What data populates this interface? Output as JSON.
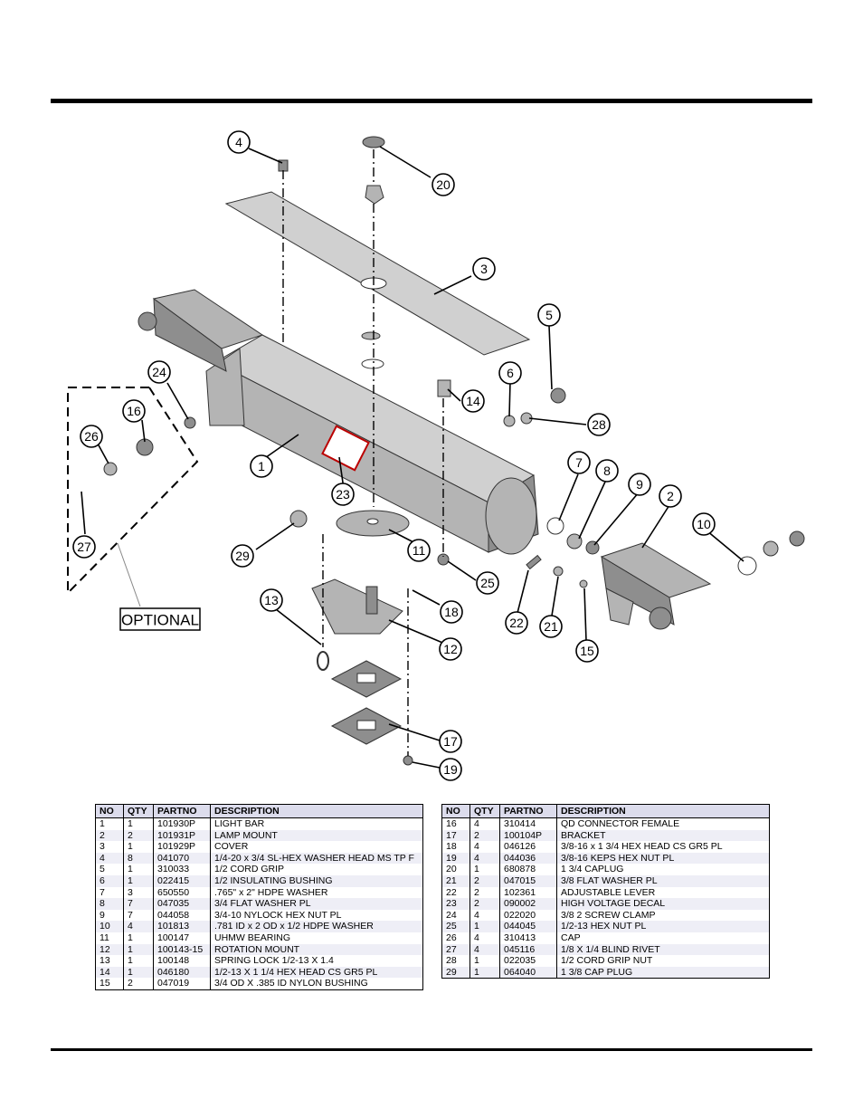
{
  "diagram": {
    "optional_label": "OPTIONAL",
    "callouts": [
      "1",
      "2",
      "3",
      "4",
      "5",
      "6",
      "7",
      "8",
      "9",
      "10",
      "11",
      "12",
      "13",
      "14",
      "15",
      "16",
      "17",
      "18",
      "19",
      "20",
      "21",
      "22",
      "23",
      "24",
      "25",
      "26",
      "27",
      "28",
      "29"
    ]
  },
  "table_headers": [
    "NO",
    "QTY",
    "PARTNO",
    "DESCRIPTION"
  ],
  "parts_left": [
    {
      "no": "1",
      "qty": "1",
      "partno": "101930P",
      "desc": "LIGHT BAR"
    },
    {
      "no": "2",
      "qty": "2",
      "partno": "101931P",
      "desc": "LAMP MOUNT"
    },
    {
      "no": "3",
      "qty": "1",
      "partno": "101929P",
      "desc": "COVER"
    },
    {
      "no": "4",
      "qty": "8",
      "partno": "041070",
      "desc": "1/4-20 x 3/4 SL-HEX WASHER HEAD MS TP F"
    },
    {
      "no": "5",
      "qty": "1",
      "partno": "310033",
      "desc": "1/2 CORD GRIP"
    },
    {
      "no": "6",
      "qty": "1",
      "partno": "022415",
      "desc": "1/2 INSULATING BUSHING"
    },
    {
      "no": "7",
      "qty": "3",
      "partno": "650550",
      "desc": ".765\" x 2\" HDPE WASHER"
    },
    {
      "no": "8",
      "qty": "7",
      "partno": "047035",
      "desc": "3/4 FLAT WASHER PL"
    },
    {
      "no": "9",
      "qty": "7",
      "partno": "044058",
      "desc": "3/4-10 NYLOCK HEX NUT PL"
    },
    {
      "no": "10",
      "qty": "4",
      "partno": "101813",
      "desc": ".781 ID x 2 OD x 1/2 HDPE WASHER"
    },
    {
      "no": "11",
      "qty": "1",
      "partno": "100147",
      "desc": "UHMW BEARING"
    },
    {
      "no": "12",
      "qty": "1",
      "partno": "100143-15",
      "desc": "ROTATION MOUNT"
    },
    {
      "no": "13",
      "qty": "1",
      "partno": "100148",
      "desc": "SPRING LOCK 1/2-13 X 1.4"
    },
    {
      "no": "14",
      "qty": "1",
      "partno": "046180",
      "desc": "1/2-13 X 1 1/4 HEX HEAD CS GR5 PL"
    },
    {
      "no": "15",
      "qty": "2",
      "partno": "047019",
      "desc": "3/4 OD X .385 ID NYLON BUSHING"
    }
  ],
  "parts_right": [
    {
      "no": "16",
      "qty": "4",
      "partno": "310414",
      "desc": "QD CONNECTOR FEMALE"
    },
    {
      "no": "17",
      "qty": "2",
      "partno": "100104P",
      "desc": "BRACKET"
    },
    {
      "no": "18",
      "qty": "4",
      "partno": "046126",
      "desc": "3/8-16 x 1 3/4 HEX HEAD CS GR5 PL"
    },
    {
      "no": "19",
      "qty": "4",
      "partno": "044036",
      "desc": "3/8-16 KEPS HEX NUT PL"
    },
    {
      "no": "20",
      "qty": "1",
      "partno": "680878",
      "desc": "1 3/4 CAPLUG"
    },
    {
      "no": "21",
      "qty": "2",
      "partno": "047015",
      "desc": "3/8 FLAT WASHER PL"
    },
    {
      "no": "22",
      "qty": "2",
      "partno": "102361",
      "desc": "ADJUSTABLE LEVER"
    },
    {
      "no": "23",
      "qty": "2",
      "partno": "090002",
      "desc": "HIGH VOLTAGE DECAL"
    },
    {
      "no": "24",
      "qty": "4",
      "partno": "022020",
      "desc": "3/8 2 SCREW CLAMP"
    },
    {
      "no": "25",
      "qty": "1",
      "partno": "044045",
      "desc": "1/2-13 HEX NUT PL"
    },
    {
      "no": "26",
      "qty": "4",
      "partno": "310413",
      "desc": "CAP"
    },
    {
      "no": "27",
      "qty": "4",
      "partno": "045116",
      "desc": "1/8 X 1/4 BLIND RIVET"
    },
    {
      "no": "28",
      "qty": "1",
      "partno": "022035",
      "desc": "1/2 CORD GRIP NUT"
    },
    {
      "no": "29",
      "qty": "1",
      "partno": "064040",
      "desc": "1 3/8 CAP PLUG"
    }
  ]
}
